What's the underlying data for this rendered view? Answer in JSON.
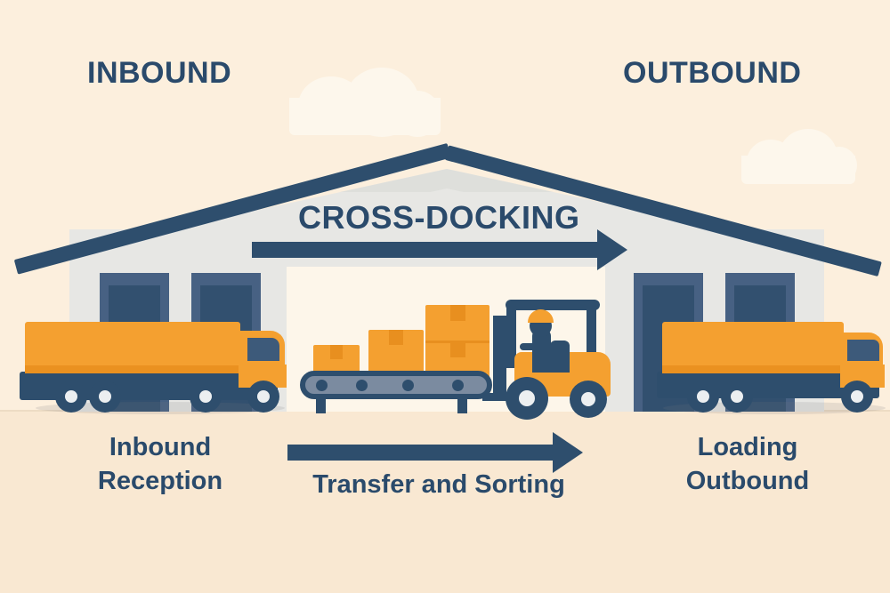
{
  "diagram": {
    "title": "CROSS-DOCKING",
    "background_color": "#fcefdd",
    "ground_color": "#f9e8d2",
    "accent_navy": "#2e4e6d",
    "accent_orange": "#f4a030",
    "facade_color": "#e7e7e4"
  },
  "headers": {
    "left": "INBOUND",
    "right": "OUTBOUND"
  },
  "captions": {
    "left": "Inbound\nReception",
    "center": "Transfer and Sorting",
    "right": "Loading\nOutbound"
  },
  "flow": {
    "inner_arrow_label": "",
    "outer_arrow_label": "",
    "direction": "left-to-right"
  },
  "icons": {
    "inbound_truck": "truck-icon",
    "outbound_truck": "truck-icon",
    "forklift": "forklift-icon",
    "conveyor": "conveyor-belt-icon",
    "boxes": [
      "box-small-icon",
      "box-medium-icon",
      "box-large-icon"
    ],
    "warehouse": "warehouse-icon",
    "clouds": [
      "cloud-icon",
      "cloud-icon"
    ],
    "dock_doors": [
      "dock-door-icon",
      "dock-door-icon",
      "dock-door-icon",
      "dock-door-icon"
    ]
  }
}
